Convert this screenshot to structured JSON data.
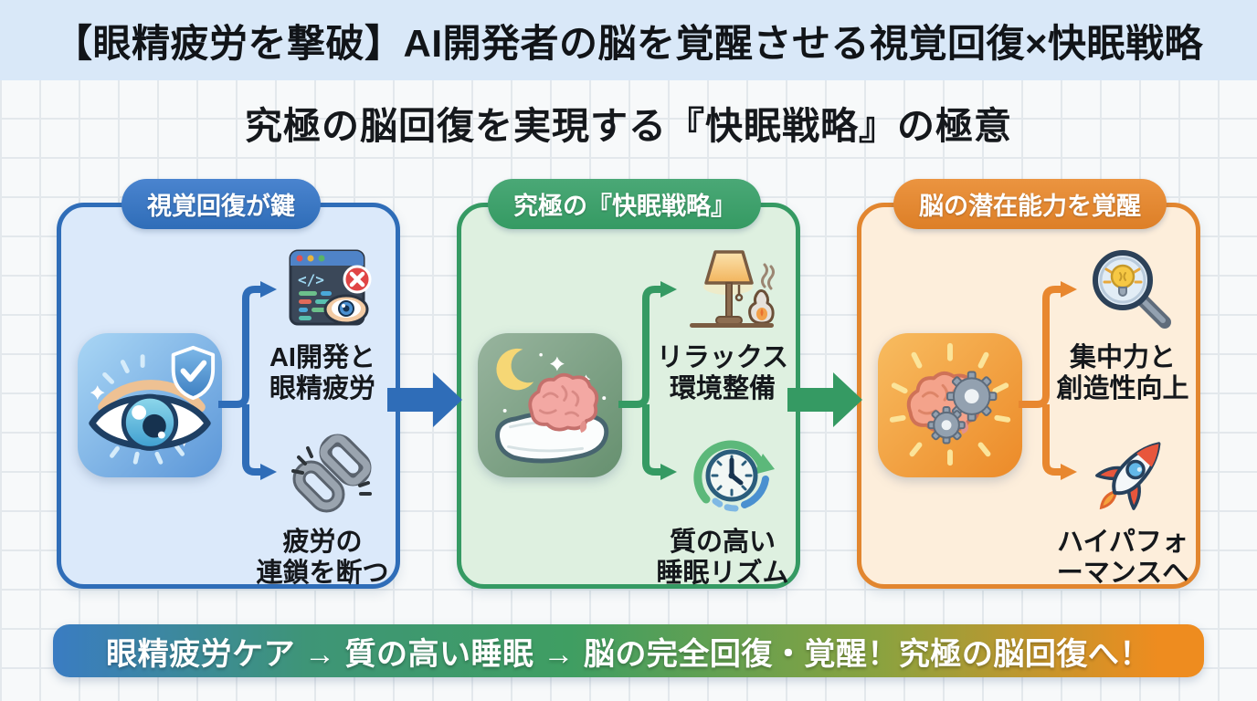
{
  "header": {
    "title": "【眼精疲労を撃破】AI開発者の脳を覚醒させる視覚回復×快眠戦略",
    "subtitle": "究極の脳回復を実現する『快眠戦略』の極意"
  },
  "panels": [
    {
      "badge": "視覚回復が鍵",
      "accent": "#2f6db8",
      "background": "#dbe9fa",
      "main_icon": "eye-shield-icon",
      "branches": [
        {
          "icon": "code-window-eye-icon",
          "line1": "AI開発と",
          "line2": "眼精疲労"
        },
        {
          "icon": "broken-chain-icon",
          "line1": "疲労の",
          "line2": "連鎖を断つ"
        }
      ]
    },
    {
      "badge": "究極の『快眠戦略』",
      "accent": "#359a63",
      "background": "#def0e0",
      "main_icon": "brain-pillow-icon",
      "branches": [
        {
          "icon": "lamp-aroma-icon",
          "line1": "リラックス",
          "line2": "環境整備"
        },
        {
          "icon": "clock-cycle-icon",
          "line1": "質の高い",
          "line2": "睡眠リズム"
        }
      ]
    },
    {
      "badge": "脳の潜在能力を覚醒",
      "accent": "#e2862f",
      "background": "#fdeedb",
      "main_icon": "brain-gears-icon",
      "branches": [
        {
          "icon": "magnifier-bulb-icon",
          "line1": "集中力と",
          "line2": "創造性向上"
        },
        {
          "icon": "rocket-icon",
          "line1": "ハイパフォ",
          "line2": "ーマンスへ"
        }
      ]
    }
  ],
  "flow_arrows": [
    {
      "name": "eye-care-to-sleep",
      "color": "#2f6db8"
    },
    {
      "name": "sleep-to-brain",
      "color": "#359a63"
    }
  ],
  "footer": {
    "text": "眼精疲労ケア → 質の高い睡眠 → 脳の完全回復・覚醒！究極の脳回復へ！",
    "gradient": [
      "#3a7cc2",
      "#3f9e62",
      "#ee8c1f"
    ]
  }
}
